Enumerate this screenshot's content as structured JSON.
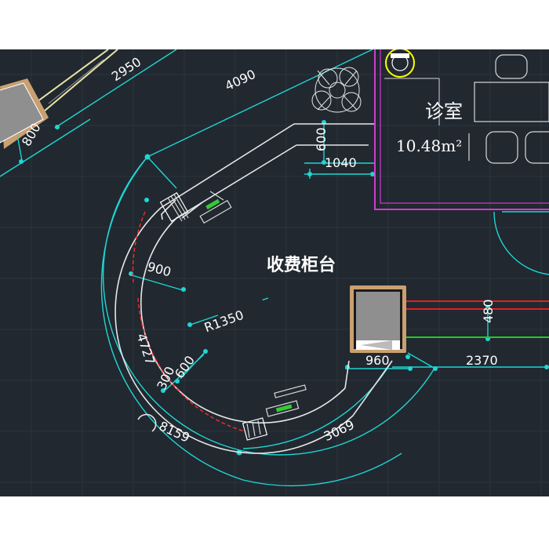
{
  "drawing": {
    "counter_label": "收费柜台",
    "room": {
      "name": "诊室",
      "area": "10.48m²"
    }
  },
  "dimensions": {
    "d2950": "2950",
    "d4090": "4090",
    "d800": "800",
    "d600_top": "600",
    "d1040": "1040",
    "d900": "900",
    "radius": "R1350",
    "d4727": "4727",
    "d300": "300",
    "d600_left": "600",
    "d8159": "8159",
    "d3069": "3069",
    "d960": "960",
    "d480": "480",
    "d2370": "2370"
  },
  "colors": {
    "background": "#212830",
    "grid": "#2c343d",
    "dimension_line": "#1fd6d3",
    "dimension_text": "#ffffff",
    "wall": "#e6e6e6",
    "counter_edge_red": "#ff2a2a",
    "room_wall": "#d23ad2",
    "pipe_red": "#e02020",
    "pipe_green": "#22cc22",
    "column_fill": "#8f8f8f",
    "column_frame": "#c9a071"
  }
}
